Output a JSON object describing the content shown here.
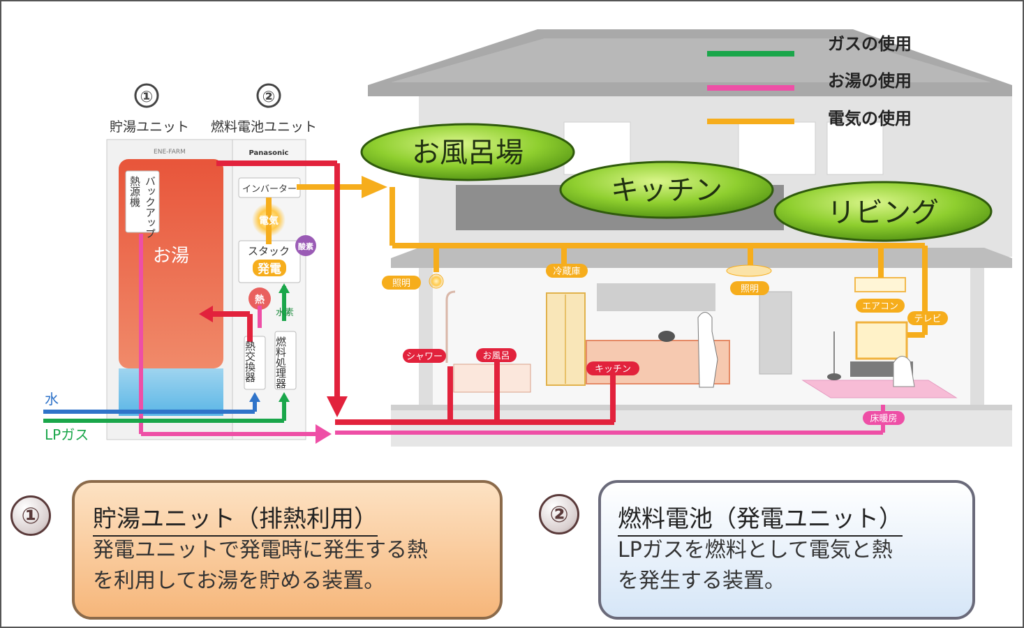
{
  "legend": {
    "gas": {
      "label": "ガスの使用",
      "color": "#1aa64a"
    },
    "hot_water": {
      "label": "お湯の使用",
      "color": "#ee4fa6"
    },
    "electricity": {
      "label": "電気の使用",
      "color": "#f6ad1c"
    }
  },
  "units": {
    "unit1_num": "①",
    "unit1_label": "貯湯ユニット",
    "unit2_num": "②",
    "unit2_label": "燃料電池ユニット",
    "brand_left": "ENE-FARM",
    "brand_right": "Panasonic",
    "backup_a": "熱源機",
    "backup_b": "バックアップ",
    "hot_water": "お湯",
    "inverter": "インバーター",
    "electricity_orb": "電気",
    "stack": "スタック",
    "power_gen": "発電",
    "oxygen": "酸素",
    "heat": "熱",
    "hydrogen": "水素",
    "heat_exchanger": "熱交換器",
    "fuel_processor": "燃料処理器"
  },
  "inputs": {
    "water": "水",
    "lpgas": "LPガス"
  },
  "rooms": {
    "bath": "お風呂場",
    "kitchen": "キッチン",
    "living": "リビング"
  },
  "appliances": {
    "lighting1": "照明",
    "fridge": "冷蔵庫",
    "lighting2": "照明",
    "aircon": "エアコン",
    "tv": "テレビ",
    "shower": "シャワー",
    "bath": "お風呂",
    "kitchen": "キッチン",
    "floor_heating": "床暖房"
  },
  "cards": {
    "card1": {
      "num": "①",
      "title": "貯湯ユニット（排熱利用）",
      "line1": "発電ユニットで発電時に発生する熱",
      "line2": "を利用してお湯を貯める装置。"
    },
    "card2": {
      "num": "②",
      "title": "燃料電池（発電ユニット）",
      "line1": "LPガスを燃料として電気と熱",
      "line2": "を発生する装置。"
    }
  }
}
